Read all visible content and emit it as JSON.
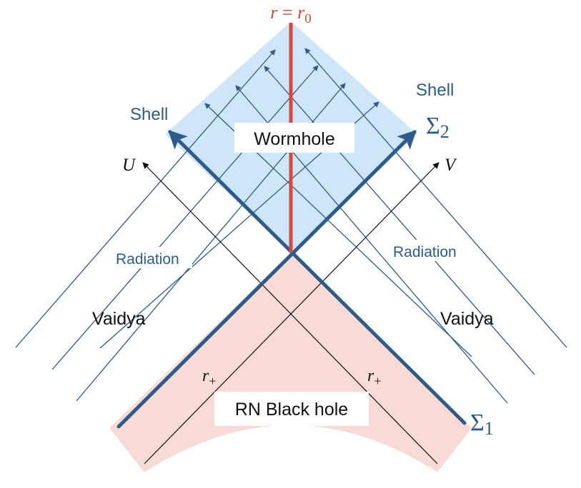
{
  "diagram": {
    "regions": {
      "wormhole": "Wormhole",
      "black_hole": "RN Black hole",
      "vaidya_left": "Vaidya",
      "vaidya_right": "Vaidya"
    },
    "labels": {
      "radiation_left": "Radiation",
      "radiation_right": "Radiation",
      "shell_left": "Shell",
      "shell_right": "Shell",
      "sigma2": "Σ",
      "sigma2_sub": "2",
      "sigma1": "Σ",
      "sigma1_sub": "1",
      "axis_u": "U",
      "axis_v": "V",
      "r_plus_left": "r",
      "r_plus_right": "r",
      "r_plus_sub": "+",
      "worldline_r": "r",
      "worldline_eq": " = ",
      "worldline_r0": "r",
      "worldline_sub": "0"
    },
    "colors": {
      "wormhole_fill": "#cfe6f9",
      "black_hole_fill": "#f8dad7",
      "shell": "#2e5b8a",
      "worldline": "#d9473a",
      "axis": "#111111"
    }
  }
}
